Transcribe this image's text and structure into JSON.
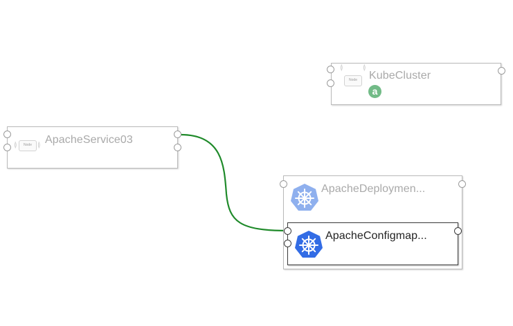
{
  "nodes": {
    "kube_cluster": {
      "label": "KubeCluster",
      "chip_text": "Node",
      "badge_letter": "a"
    },
    "apache_service": {
      "label": "ApacheService03",
      "chip_text": "Node"
    },
    "apache_deployment": {
      "label": "ApacheDeploymen..."
    },
    "apache_configmap": {
      "label": "ApacheConfigmap..."
    }
  },
  "icons": {
    "k8s_faded": "kubernetes-icon",
    "k8s_active": "kubernetes-icon",
    "badge": "letter-a-badge-icon"
  },
  "colors": {
    "wire": "#1f8a2a",
    "k8s_active": "#326ce5",
    "k8s_faded": "#8fb0ee",
    "badge": "#72bb87"
  }
}
